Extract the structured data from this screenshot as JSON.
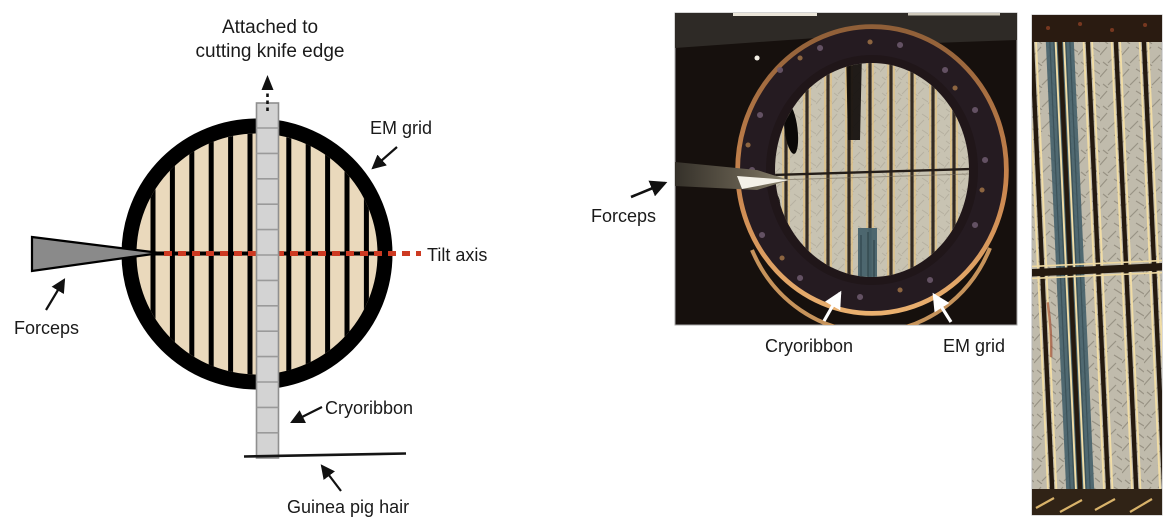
{
  "figure": {
    "colors": {
      "background": "#ffffff",
      "grid_fill": "#ead9bc",
      "grid_ring": "#000000",
      "grid_bar": "#000000",
      "ribbon_fill": "#d3d3d3",
      "ribbon_border": "#8f8f8f",
      "forceps_fill": "#8a8a8a",
      "tilt_red": "#cd3a22",
      "label_color": "#1a1a1a",
      "photo_background": "#16100d",
      "copper_rim": "#c9854e",
      "photo_grid_fill": "#c8c3b2",
      "teal_ribbon": "#47626b"
    },
    "diagram": {
      "labels": {
        "attached": [
          "Attached to",
          "cutting knife edge"
        ],
        "em_grid": "EM grid",
        "tilt_axis": "Tilt axis",
        "forceps": "Forceps",
        "cryoribbon": "Cryoribbon",
        "guinea_pig_hair": "Guinea pig hair"
      }
    },
    "photos": {
      "labels": {
        "forceps": "Forceps",
        "cryoribbon": "Cryoribbon",
        "em_grid": "EM grid"
      }
    }
  }
}
